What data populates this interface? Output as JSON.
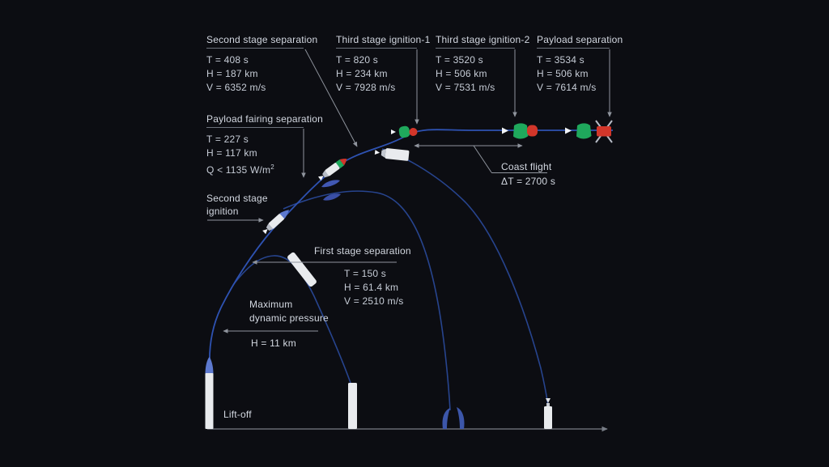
{
  "events": {
    "second_stage_separation": {
      "title": "Second stage separation",
      "stats": [
        "T = 408 s",
        "H = 187 km",
        "V = 6352 m/s"
      ]
    },
    "third_stage_ignition_1": {
      "title": "Third stage ignition-1",
      "stats": [
        "T = 820 s",
        "H = 234 km",
        "V = 7928 m/s"
      ]
    },
    "third_stage_ignition_2": {
      "title": "Third stage ignition-2",
      "stats": [
        "T = 3520 s",
        "H = 506 km",
        "V = 7531 m/s"
      ]
    },
    "payload_separation": {
      "title": "Payload separation",
      "stats": [
        "T = 3534 s",
        "H = 506 km",
        "V = 7614 m/s"
      ]
    },
    "payload_fairing_separation": {
      "title": "Payload fairing separation",
      "stats": [
        "T = 227 s",
        "H = 117 km"
      ],
      "q_stat": "Q < 1135 W/m",
      "q_sup": "2"
    },
    "second_stage_ignition": {
      "title_line1": "Second stage",
      "title_line2": "ignition"
    },
    "first_stage_separation": {
      "title": "First stage separation",
      "stats": [
        "T = 150 s",
        "H = 61.4 km",
        "V = 2510 m/s"
      ]
    },
    "maximum_dynamic_pressure": {
      "title_line1": "Maximum",
      "title_line2": "dynamic pressure",
      "stat": "H = 11 km"
    },
    "lift_off": {
      "title": "Lift-off"
    },
    "coast_flight": {
      "title": "Coast flight",
      "stat": "ΔT = 2700 s"
    }
  },
  "colors": {
    "background": "#0c0d12",
    "text": "#d3d8e1",
    "leader_line": "#8f949d",
    "trajectory_main": "#2e52b2",
    "trajectory_secondary": "#27448e",
    "rocket_body_white": "#e9ebee",
    "fairing_blue": "#5d79cf",
    "stage_green": "#1fa85c",
    "stage_red": "#d2362a"
  }
}
